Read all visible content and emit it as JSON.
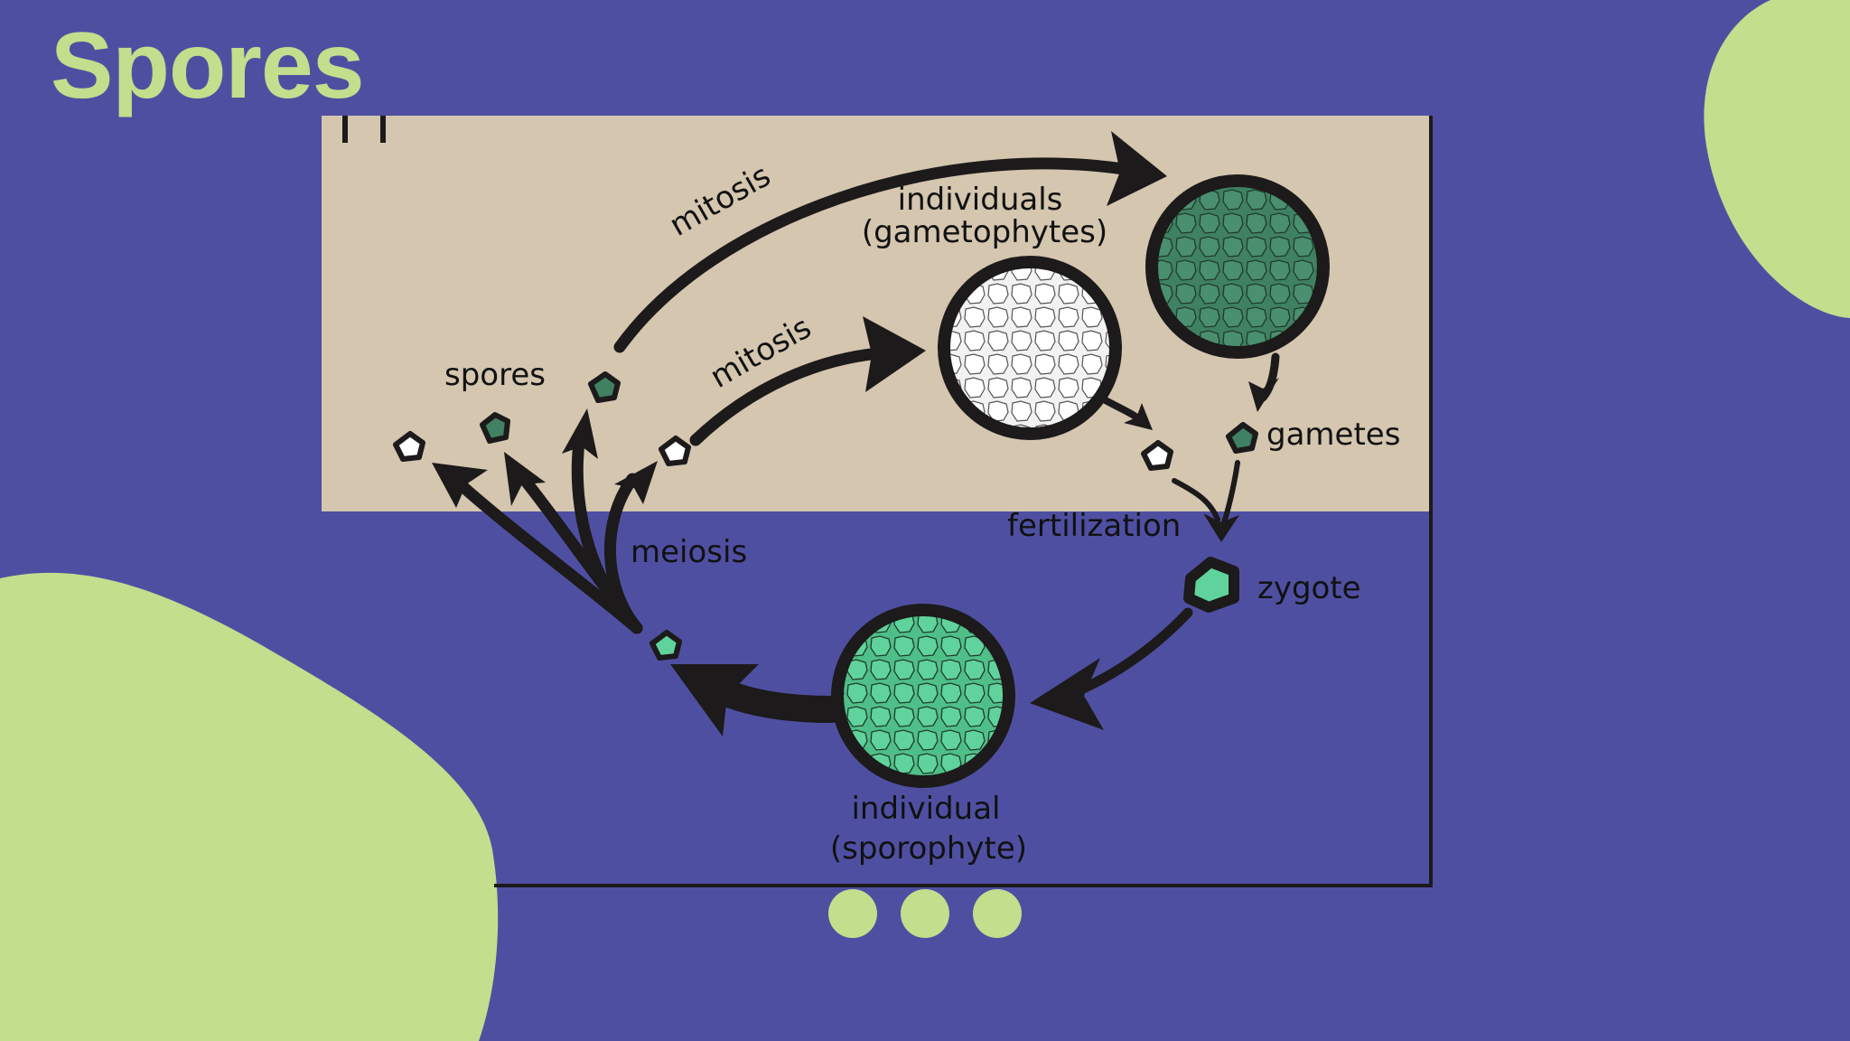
{
  "slide": {
    "title": "Spores"
  },
  "colors": {
    "background": "#4f4fa2",
    "accent": "#c3de8c",
    "panel": "#d4c6af",
    "gametophyte": "#3f8162",
    "sporophyte": "#5fd39b",
    "ink": "#1c1a1a"
  },
  "diagram": {
    "label_mitosis_top": "mitosis",
    "label_mitosis_mid": "mitosis",
    "label_gametophytes_1": "individuals",
    "label_gametophytes_2": "(gametophytes)",
    "label_spores": "spores",
    "label_gametes": "gametes",
    "label_fertilization": "fertilization",
    "label_zygote": "zygote",
    "label_meiosis": "meiosis",
    "label_sporophyte_1": "individual",
    "label_sporophyte_2": "(sporophyte)"
  },
  "pagination": {
    "dots": 3
  }
}
